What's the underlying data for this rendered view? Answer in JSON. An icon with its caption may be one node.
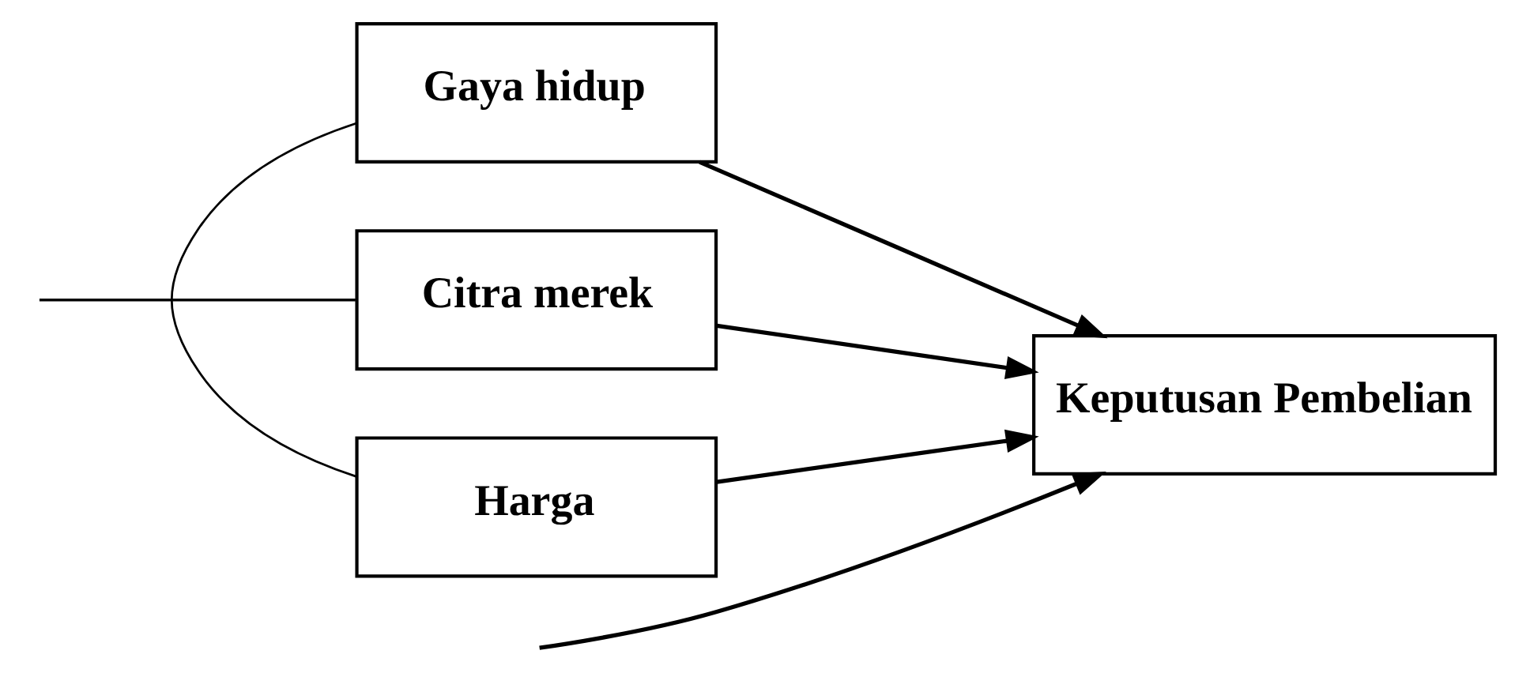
{
  "diagram": {
    "nodes": [
      {
        "text": [
          "Gaya hidup"
        ]
      },
      {
        "text": [
          "Citra merek"
        ]
      },
      {
        "text": [
          "Harga"
        ]
      },
      {
        "text": [
          "Keputusan Pembelian"
        ]
      }
    ],
    "edges": [
      {
        "from": 0,
        "to": 3,
        "arrow": "to"
      },
      {
        "from": 1,
        "to": 3,
        "arrow": "to"
      },
      {
        "from": 2,
        "to": 3,
        "arrow": "to"
      },
      {
        "from": 0,
        "to": 2,
        "arrow": "none"
      },
      {
        "from": 1,
        "to": null,
        "arrow": "none"
      },
      {
        "from": null,
        "to": 3,
        "arrow": "to"
      }
    ]
  }
}
